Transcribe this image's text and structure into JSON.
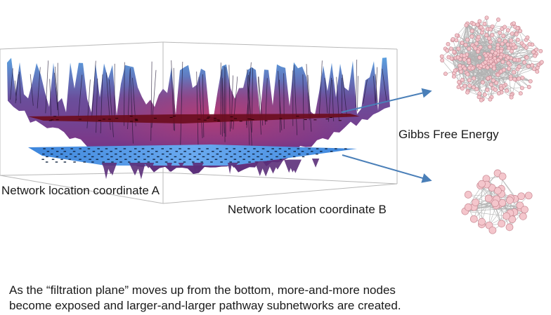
{
  "labels": {
    "coordinate_a": "Network location coordinate A",
    "coordinate_b": "Network location coordinate B",
    "energy": "Gibbs Free Energy"
  },
  "caption": {
    "line1": "As the “filtration plane” moves up from the bottom, more-and-more nodes",
    "line2": "become exposed and larger-and-larger pathway subnetworks are created."
  },
  "colors": {
    "surface_top": "#5aa0e0",
    "surface_mid": "#6a3a8a",
    "surface_deep": "#b03070",
    "upper_plane": "#6b0d1e",
    "lower_plane": "#4a8fe0",
    "arrow": "#4a7fb8",
    "node_fill": "#f4c6cc",
    "node_stroke": "#c98a94",
    "edge": "#999999"
  },
  "networks": {
    "large": {
      "node_count": 260
    },
    "small": {
      "node_count": 42
    }
  }
}
